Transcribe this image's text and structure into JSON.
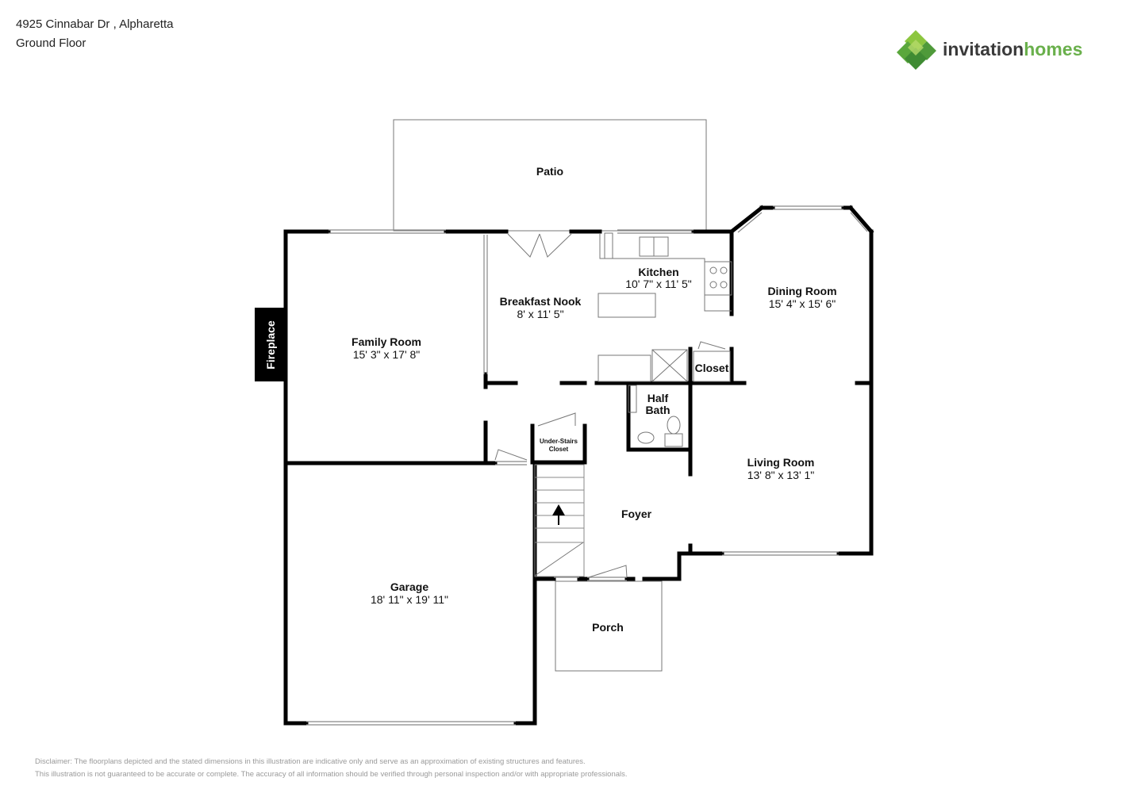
{
  "header": {
    "address": "4925 Cinnabar Dr , Alpharetta",
    "floor": "Ground Floor"
  },
  "logo": {
    "text_a": "invitation",
    "text_b": "homes",
    "color_dark": "#3a3a3a",
    "color_green": "#6ab04c"
  },
  "rooms": {
    "patio": {
      "name": "Patio"
    },
    "family_room": {
      "name": "Family Room",
      "dims": "15' 3\" x 17' 8\""
    },
    "breakfast_nook": {
      "name": "Breakfast Nook",
      "dims": "8' x 11' 5\""
    },
    "kitchen": {
      "name": "Kitchen",
      "dims": "10' 7\" x 11' 5\""
    },
    "dining_room": {
      "name": "Dining Room",
      "dims": "15' 4\" x 15' 6\""
    },
    "closet": {
      "name": "Closet"
    },
    "half_bath": {
      "name_line1": "Half",
      "name_line2": "Bath"
    },
    "under_stairs_closet": {
      "name_line1": "Under-Stairs",
      "name_line2": "Closet"
    },
    "living_room": {
      "name": "Living Room",
      "dims": "13' 8\" x 13' 1\""
    },
    "foyer": {
      "name": "Foyer"
    },
    "garage": {
      "name": "Garage",
      "dims": "18' 11\" x 19' 11\""
    },
    "porch": {
      "name": "Porch"
    },
    "fireplace": {
      "name": "Fireplace"
    }
  },
  "disclaimer": {
    "line1": "Disclaimer: The floorplans depicted and the stated dimensions in this illustration are indicative only and serve as an approximation of existing structures and features.",
    "line2": "This illustration is not guaranteed to be accurate or complete. The accuracy of all information should be verified through personal inspection and/or with appropriate professionals."
  }
}
